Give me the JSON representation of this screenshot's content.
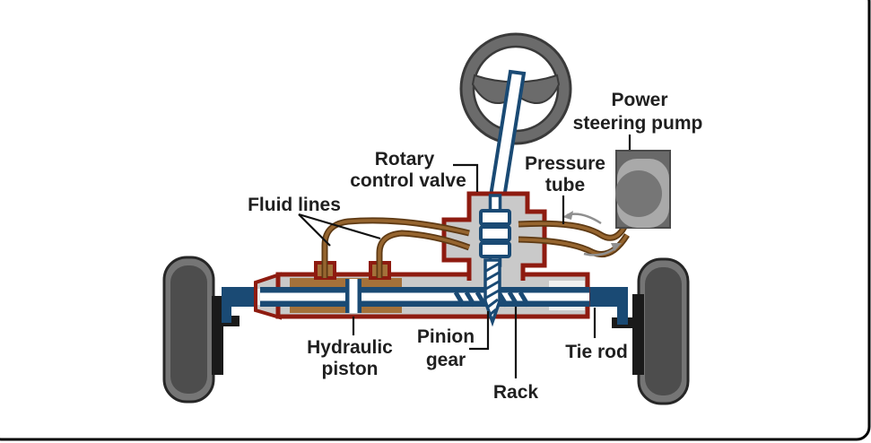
{
  "diagram": {
    "type": "hydraulic power steering system schematic",
    "labels": {
      "power_steering_pump": {
        "line1": "Power",
        "line2": "steering pump"
      },
      "pressure_tube": {
        "line1": "Pressure",
        "line2": "tube"
      },
      "rotary_control_valve": {
        "line1": "Rotary",
        "line2": "control valve"
      },
      "fluid_lines": {
        "line1": "Fluid lines"
      },
      "hydraulic_piston": {
        "line1": "Hydraulic",
        "line2": "piston"
      },
      "pinion_gear": {
        "line1": "Pinion",
        "line2": "gear"
      },
      "rack": {
        "line1": "Rack"
      },
      "tie_rod": {
        "line1": "Tie rod"
      }
    },
    "colors": {
      "maroon_outline": "#8e1b10",
      "navy": "#1a4a74",
      "tube_brown": "#96652f",
      "tube_dark_brown": "#5e3a14",
      "chamber_tan": "#a4713a",
      "housing_gray": "#c9c9c9",
      "wheel_gray": "#757575",
      "wheel_dark_gray": "#4d4d4d",
      "steering_wheel_gray": "#6b6b6b",
      "pump_gray": "#696969",
      "pump_light_gray": "#a9a9a9",
      "pump_mid_gray": "#767676",
      "arrow_gray": "#8f8f8f",
      "label_text": "#1f1f1f",
      "frame_black": "#000000"
    }
  }
}
